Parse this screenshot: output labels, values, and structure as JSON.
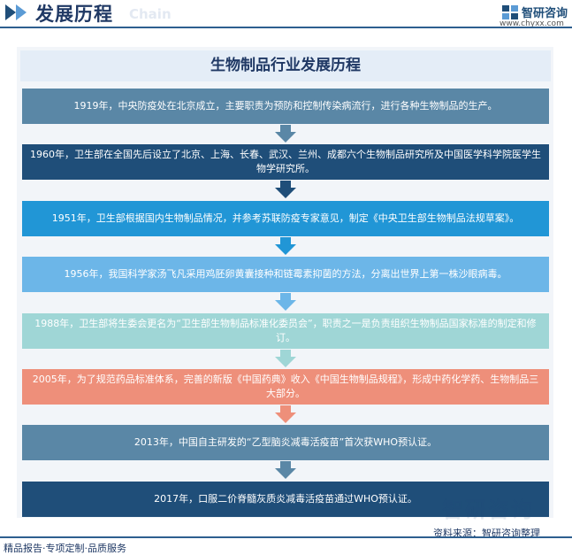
{
  "header": {
    "title": "发展历程",
    "subtitle": "Chain",
    "brand_name": "智研咨询",
    "brand_url": "www.chyxx.com",
    "logo_icon": "zhiyan-logo-icon"
  },
  "main_title": "生物制品行业发展历程",
  "events": [
    {
      "text": "1919年，中央防疫处在北京成立，主要职责为预防和控制传染病流行，进行各种生物制品的生产。",
      "color": "#5a87a6"
    },
    {
      "text": "1960年，卫生部在全国先后设立了北京、上海、长春、武汉、兰州、成都六个生物制品研究所及中国医学科学院医学生物学研究所。",
      "color": "#1f4e79"
    },
    {
      "text": "1951年，卫生部根据国内生物制品情况，并参考苏联防疫专家意见，制定《中央卫生部生物制品法规草案》。",
      "color": "#2196d6"
    },
    {
      "text": "1956年，我国科学家汤飞凡采用鸡胚卵黄囊接种和链霉素抑菌的方法，分离出世界上第一株沙眼病毒。",
      "color": "#6cb6e8"
    },
    {
      "text": "1988年，卫生部将生委会更名为“卫生部生物制品标准化委员会”，职责之一是负责组织生物制品国家标准的制定和修订。",
      "color": "#9fd6d6"
    },
    {
      "text": "2005年，为了规范药品标准体系，完善的新版《中国药典》收入《中国生物制品规程》，形成中药化学药、生物制品三大部分。",
      "color": "#ee8f7a"
    },
    {
      "text": "2013年，中国自主研发的“乙型脑炎减毒活疫苗”首次获WHO预认证。",
      "color": "#5a87a6"
    },
    {
      "text": "2017年，口服二价脊髓灰质炎减毒活疫苗通过WHO预认证。",
      "color": "#1f4e79"
    }
  ],
  "footer": {
    "left": "精品报告·专项定制·品质服务",
    "source": "资料来源：智研咨询整理"
  }
}
